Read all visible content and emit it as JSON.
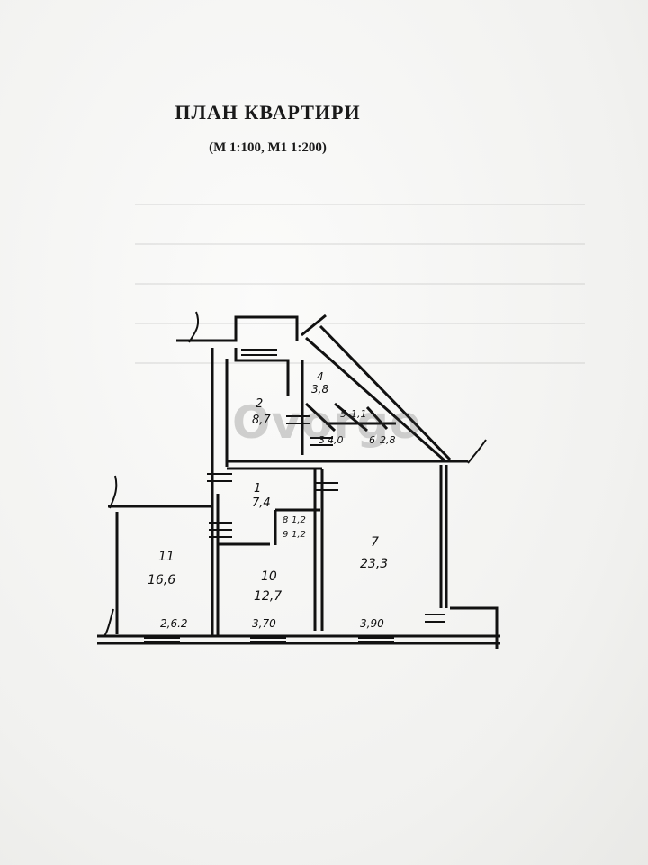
{
  "header": {
    "title": "ПЛАН КВАРТИРИ",
    "scale": "(М 1:100,  М1 1:200)"
  },
  "watermark": {
    "text": "Ovorgo"
  },
  "rooms": [
    {
      "num": "1",
      "area": "7,4"
    },
    {
      "num": "2",
      "area": "8,7"
    },
    {
      "num": "3",
      "area": "4,0"
    },
    {
      "num": "4",
      "area": "3,8"
    },
    {
      "num": "5",
      "area": "1,1"
    },
    {
      "num": "6",
      "area": "2,8"
    },
    {
      "num": "7",
      "area": "23,3"
    },
    {
      "num": "8",
      "area": "1,2"
    },
    {
      "num": "9",
      "area": "1,2"
    },
    {
      "num": "10",
      "area": "12,7"
    },
    {
      "num": "11",
      "area": "16,6"
    }
  ],
  "dimensions": [
    "2,6.2",
    "3,70",
    "3,90"
  ],
  "colors": {
    "ink": "#111111",
    "paper": "#f4f4f2"
  }
}
